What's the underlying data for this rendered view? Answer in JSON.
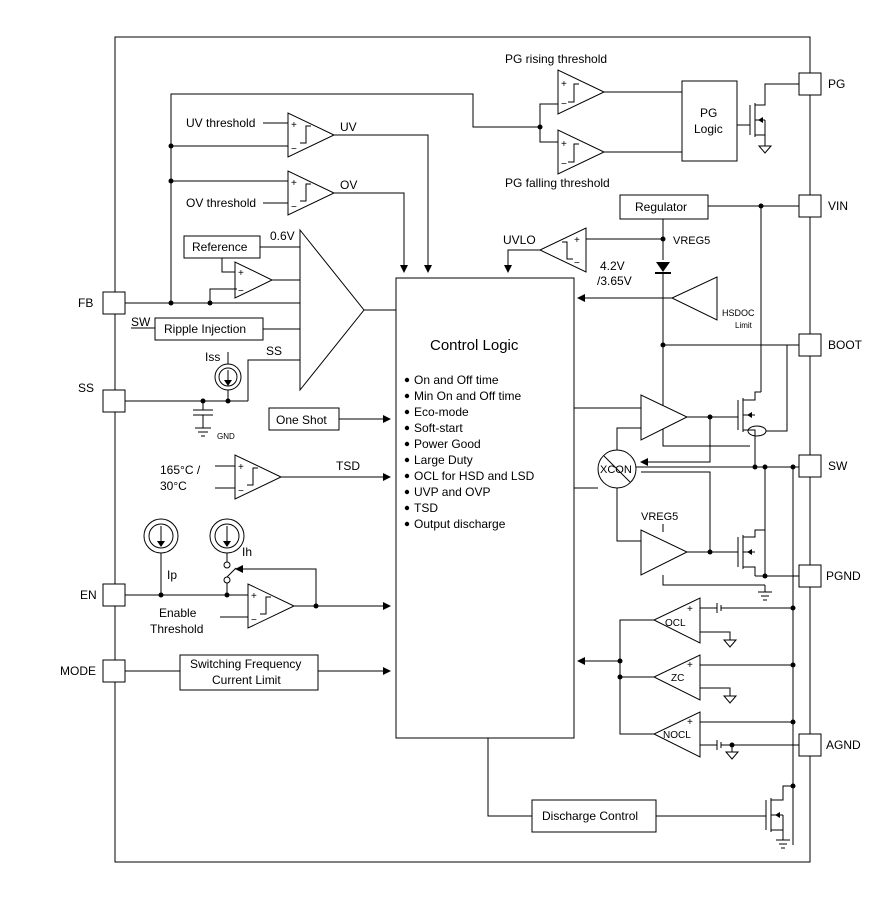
{
  "pins": {
    "pg": "PG",
    "vin": "VIN",
    "boot": "BOOT",
    "sw": "SW",
    "pgnd": "PGND",
    "agnd": "AGND",
    "fb": "FB",
    "ss": "SS",
    "en": "EN",
    "mode": "MODE"
  },
  "labels": {
    "pg_rising": "PG rising threshold",
    "pg_falling": "PG falling threshold",
    "pg_logic_line1": "PG",
    "pg_logic_line2": "Logic",
    "uv_threshold": "UV threshold",
    "uv": "UV",
    "ov_threshold": "OV threshold",
    "ov": "OV",
    "reference": "Reference",
    "v06": "0.6V",
    "sw_in": "SW",
    "ripple_injection": "Ripple Injection",
    "iss": "Iss",
    "ss_label": "SS",
    "gnd": "GND",
    "one_shot": "One Shot",
    "temp_line1": "165°C /",
    "temp_line2": "30°C",
    "tsd": "TSD",
    "ip": "Ip",
    "ih": "Ih",
    "enable_threshold_line1": "Enable",
    "enable_threshold_line2": "Threshold",
    "sw_freq_line1": "Switching Frequency",
    "sw_freq_line2": "Current Limit",
    "regulator": "Regulator",
    "uvlo": "UVLO",
    "vreg5_top": "VREG5",
    "uvlo_v1": "4.2V",
    "uvlo_v2": "/3.65V",
    "hsdoc_line1": "HSDOC",
    "hsdoc_line2": "Limit",
    "xcon": "XCON",
    "vreg5_low": "VREG5",
    "ocl": "OCL",
    "zc": "ZC",
    "nocl": "NOCL",
    "discharge_control": "Discharge Control",
    "control_logic_title": "Control Logic",
    "plus": "+",
    "minus": "−"
  },
  "control_logic_items": [
    "On and Off time",
    "Min On and Off time",
    "Eco-mode",
    "Soft-start",
    "Power Good",
    "Large Duty",
    "OCL for HSD and LSD",
    "UVP and OVP",
    "TSD",
    "Output discharge"
  ]
}
